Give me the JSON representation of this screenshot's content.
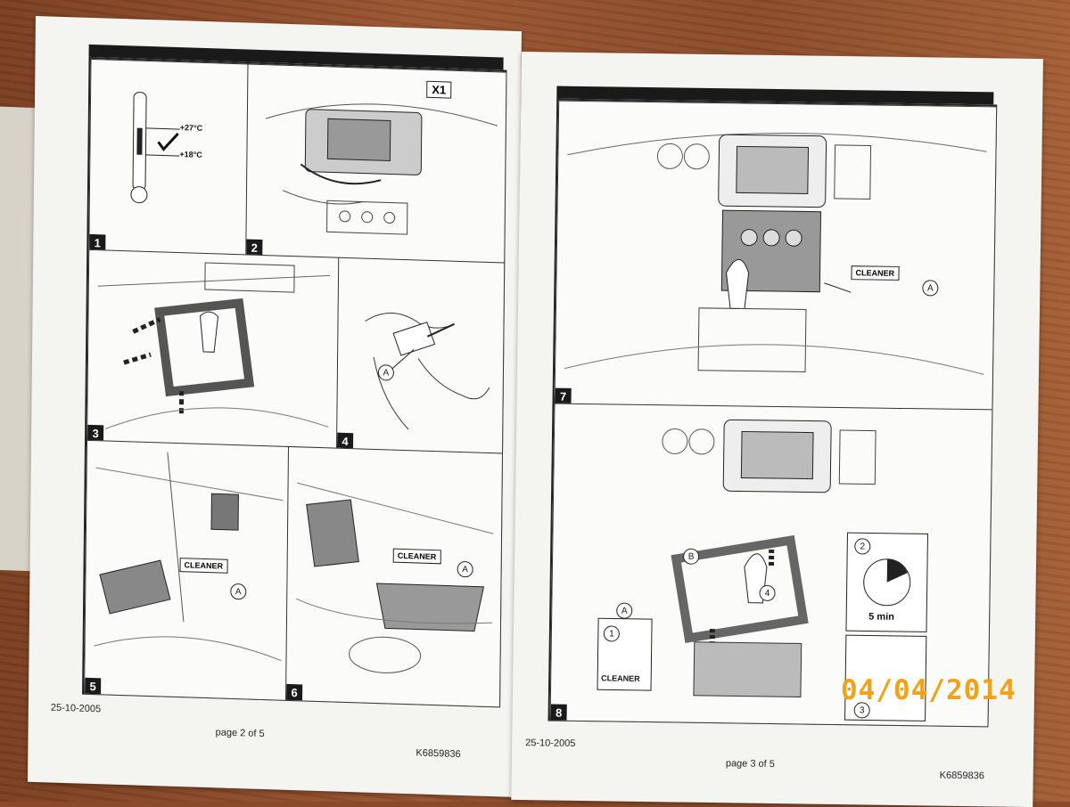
{
  "left_page": {
    "panel_numbers": [
      "1",
      "2",
      "3",
      "4",
      "5",
      "6"
    ],
    "temp_high": "+27°C",
    "temp_low": "+18°C",
    "x1_label": "X1",
    "callout_a": "A",
    "cleaner_label": "CLEANER",
    "footer_date": "25-10-2005",
    "footer_page": "page 2 of 5",
    "footer_code": "K6859836"
  },
  "right_page": {
    "panel_numbers": [
      "7",
      "8"
    ],
    "callout_a": "A",
    "callout_b": "B",
    "cleaner_label": "CLEANER",
    "step_1": "1",
    "step_2": "2",
    "step_3": "3",
    "step_4": "4",
    "timer_label": "5 min",
    "footer_date": "25-10-2005",
    "footer_page": "page 3 of 5",
    "footer_code": "K6859836"
  },
  "photo_date_stamp": "04/04/2014"
}
